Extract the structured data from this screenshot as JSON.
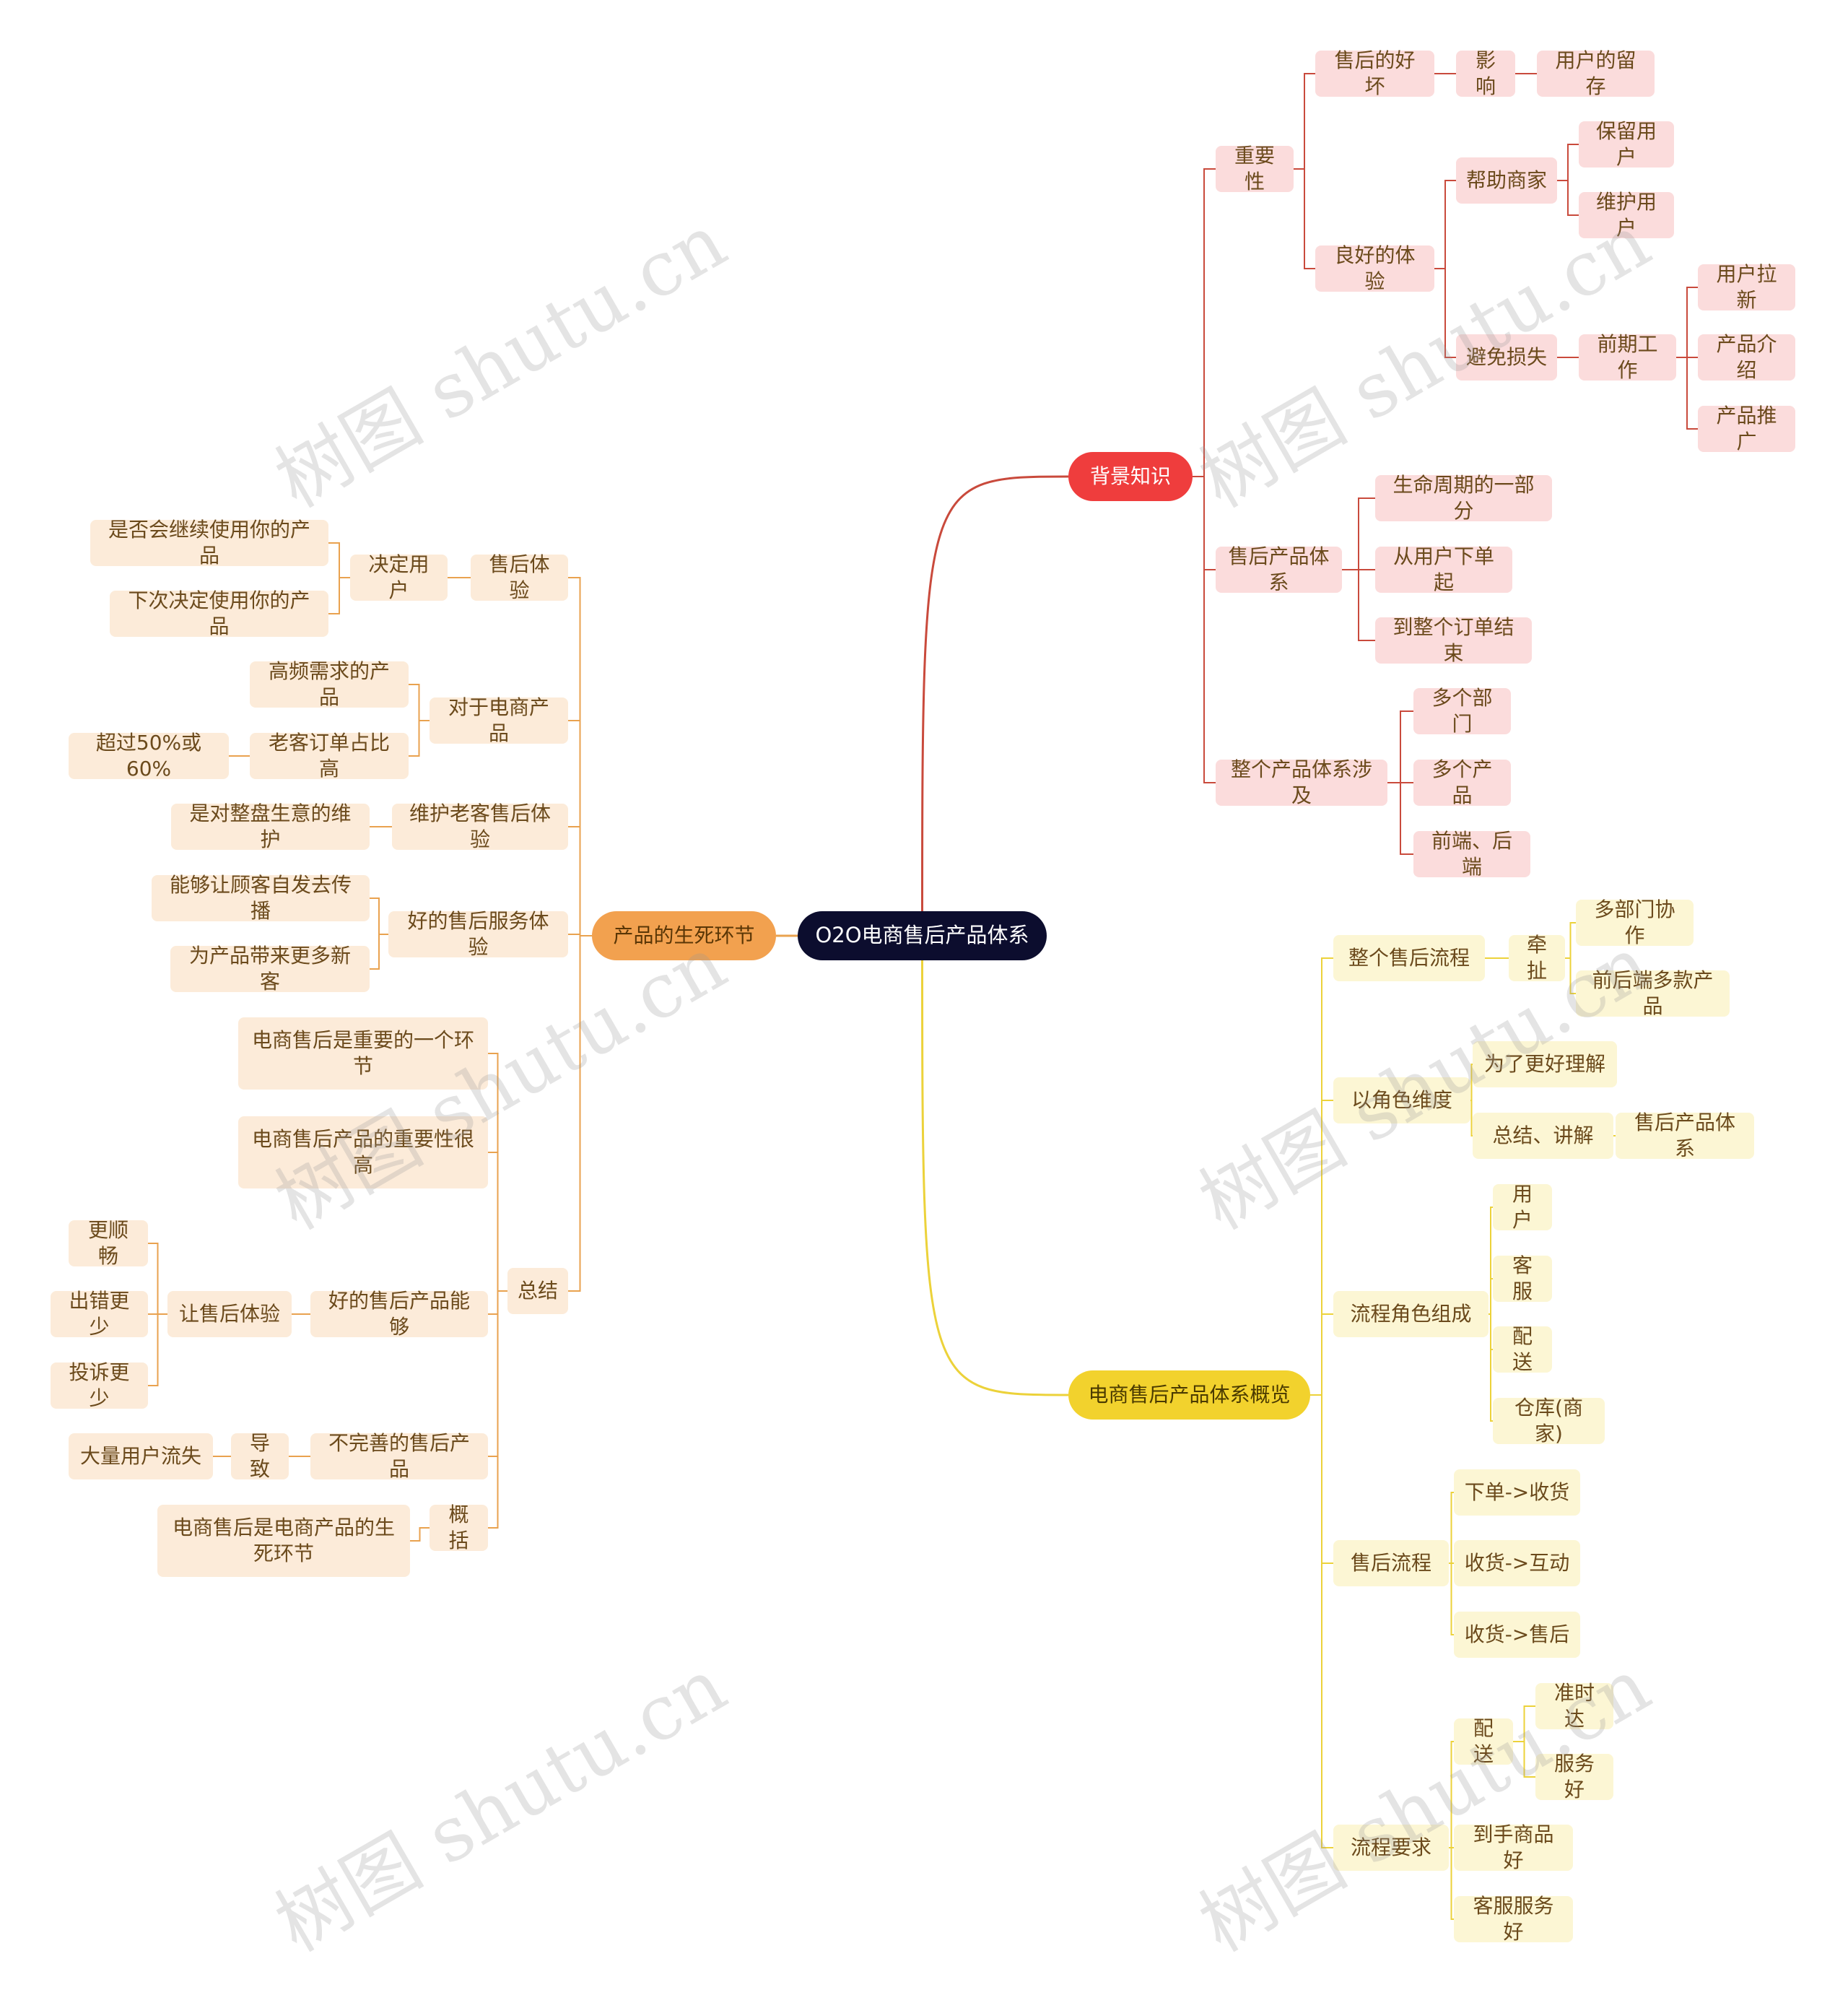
{
  "root": "O2O电商售后产品体系",
  "watermark": "树图 shutu.cn",
  "colors": {
    "red": "#c94a3c",
    "orange": "#e9a24f",
    "yellow": "#ecd23a"
  },
  "nodes": {
    "a": "背景知识",
    "a1": "重要性",
    "a11": "售后的好坏",
    "a111": "影响",
    "a1111": "用户的留存",
    "a12": "良好的体验",
    "a121": "帮助商家",
    "a1211": "保留用户",
    "a1212": "维护用户",
    "a122": "避免损失",
    "a1221": "前期工作",
    "a12211": "用户拉新",
    "a12212": "产品介绍",
    "a12213": "产品推广",
    "a2": "售后产品体系",
    "a21": "生命周期的一部分",
    "a22": "从用户下单起",
    "a23": "到整个订单结束",
    "a3": "整个产品体系涉及",
    "a31": "多个部门",
    "a32": "多个产品",
    "a33": "前端、后端",
    "b": "电商售后产品体系概览",
    "b1": "整个售后流程",
    "b11": "牵扯",
    "b111": "多部门协作",
    "b112": "前后端多款产品",
    "b2": "以角色维度",
    "b21": "为了更好理解",
    "b22": "总结、讲解",
    "b221": "售后产品体系",
    "b3": "流程角色组成",
    "b31": "用户",
    "b32": "客服",
    "b33": "配送",
    "b34": "仓库(商家)",
    "b4": "售后流程",
    "b41": "下单->收货",
    "b42": "收货->互动",
    "b43": "收货->售后",
    "b5": "流程要求",
    "b51": "配送",
    "b511": "准时达",
    "b512": "服务好",
    "b52": "到手商品好",
    "b53": "客服服务好",
    "c": "产品的生死环节",
    "c1": "售后体验",
    "c11": "决定用户",
    "c111": "是否会继续使用你的产品",
    "c112": "下次决定使用你的产品",
    "c2": "对于电商产品",
    "c21": "高频需求的产品",
    "c22": "老客订单占比高",
    "c221": "超过50%或60%",
    "c3": "维护老客售后体验",
    "c31": "是对整盘生意的维护",
    "c4": "好的售后服务体验",
    "c41": "能够让顾客自发去传播",
    "c42": "为产品带来更多新客",
    "c5": "总结",
    "c51": "电商售后是重要的一个环节",
    "c52": "电商售后产品的重要性很高",
    "c53": "好的售后产品能够",
    "c531": "让售后体验",
    "c5311": "更顺畅",
    "c5312": "出错更少",
    "c5313": "投诉更少",
    "c54": "不完善的售后产品",
    "c541": "导致",
    "c5411": "大量用户流失",
    "c55": "概括",
    "c551": "电商售后是电商产品的生死环节"
  }
}
